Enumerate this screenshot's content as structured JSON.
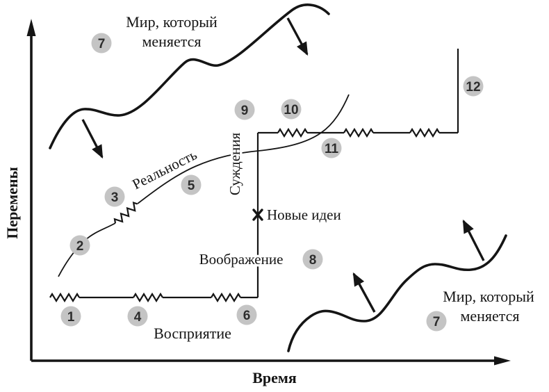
{
  "axes": {
    "y_label": "Перемены",
    "x_label": "Время"
  },
  "labels": {
    "world_changing_top": {
      "line1": "Мир, который",
      "line2": "меняется"
    },
    "world_changing_bottom": {
      "line1": "Мир, который",
      "line2": "меняется"
    },
    "reality": "Реальность",
    "judgments": "Суждения",
    "new_ideas": "Новые идеи",
    "imagination": "Воображение",
    "perception": "Восприятие"
  },
  "markers": [
    {
      "label": "1"
    },
    {
      "label": "2"
    },
    {
      "label": "3"
    },
    {
      "label": "4"
    },
    {
      "label": "5"
    },
    {
      "label": "6"
    },
    {
      "label": "7"
    },
    {
      "label": "7"
    },
    {
      "label": "8"
    },
    {
      "label": "9"
    },
    {
      "label": "10"
    },
    {
      "label": "11"
    },
    {
      "label": "12"
    }
  ],
  "colors": {
    "line": "#151515",
    "marker_fill": "#c4c4c4",
    "marker_text": "#2d2d2d",
    "background": "#ffffff"
  }
}
